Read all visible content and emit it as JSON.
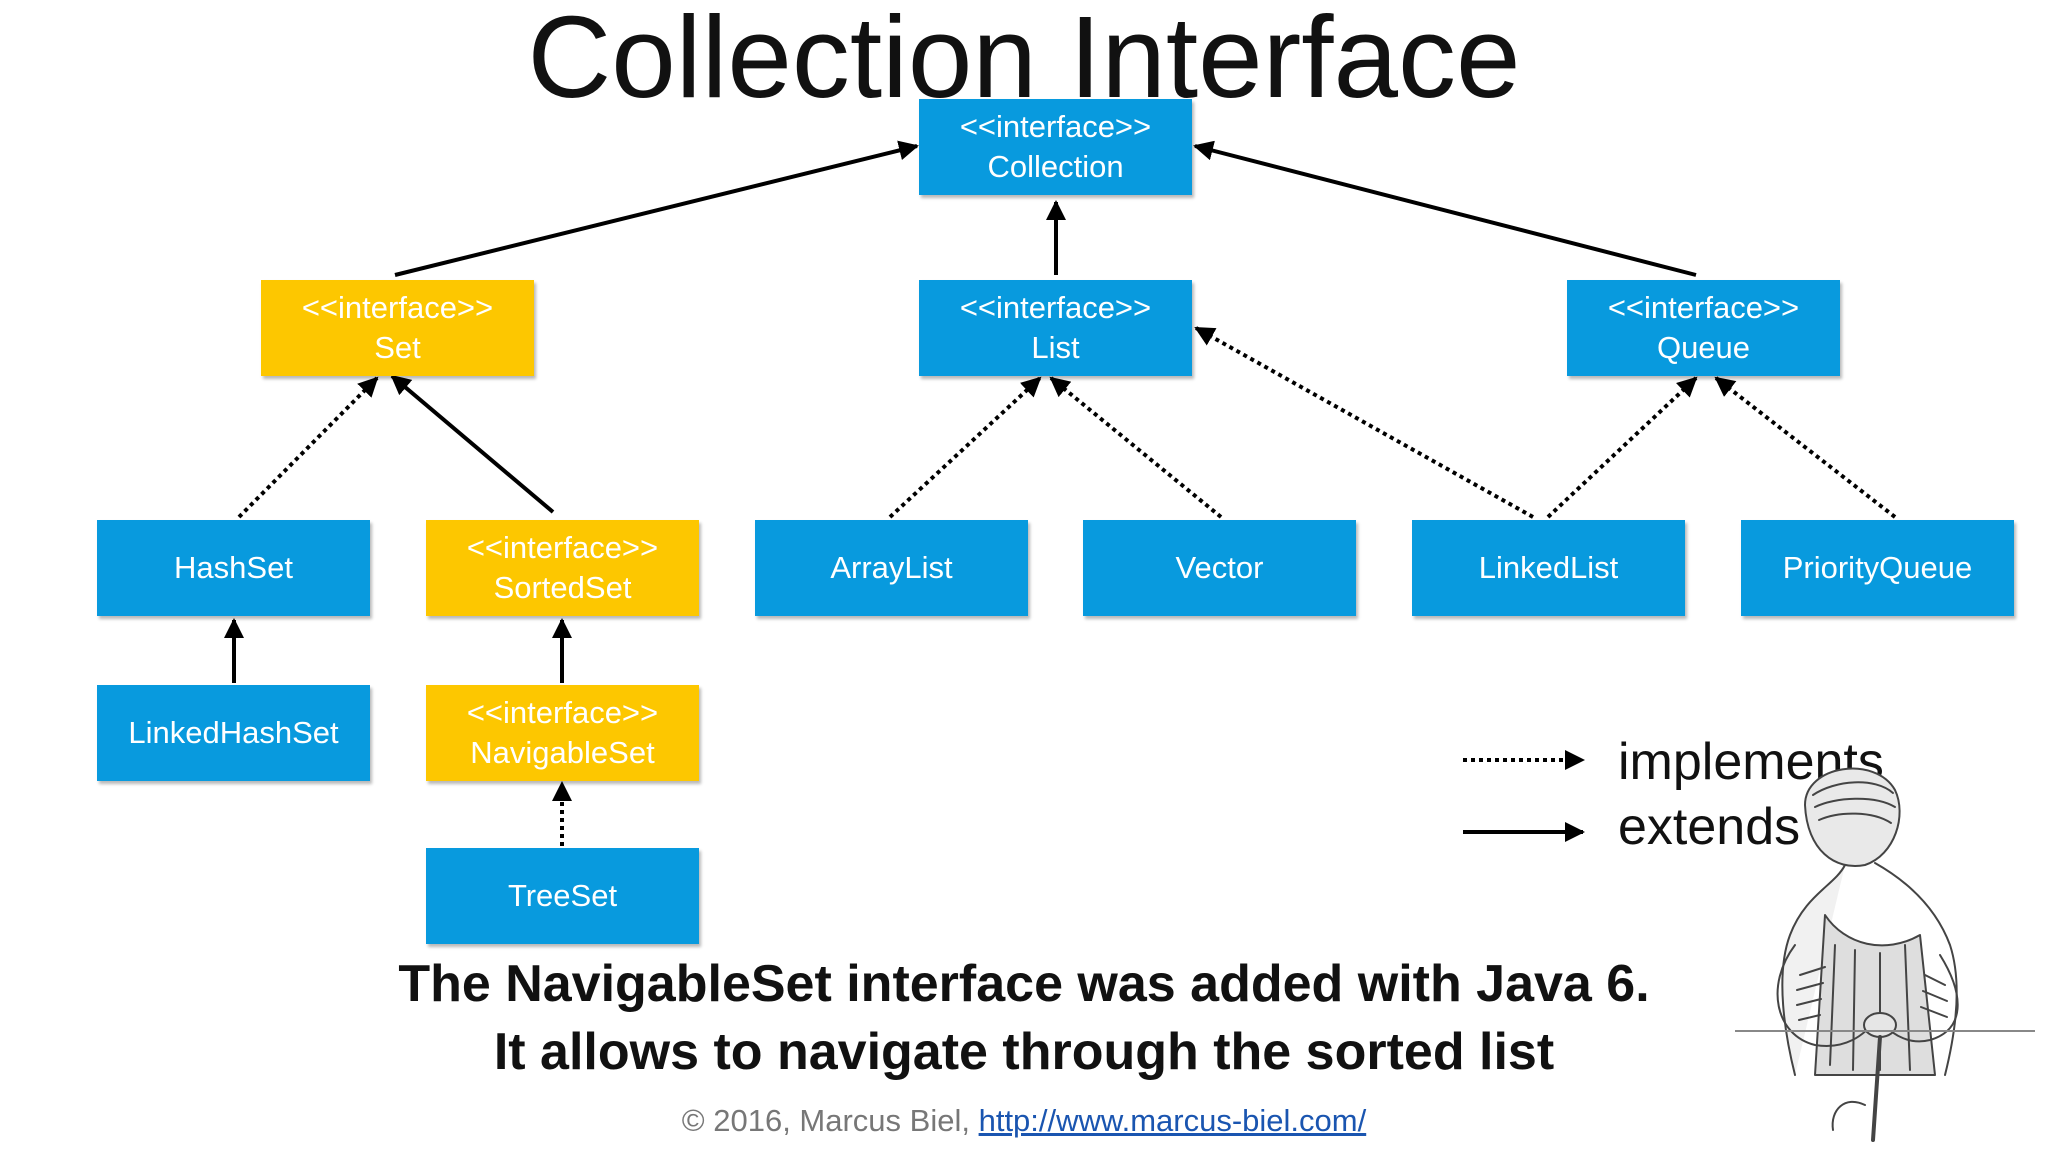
{
  "title": "Collection Interface",
  "nodes": {
    "collection": {
      "stereotype": "<<interface>>",
      "name": "Collection"
    },
    "set": {
      "stereotype": "<<interface>>",
      "name": "Set"
    },
    "list": {
      "stereotype": "<<interface>>",
      "name": "List"
    },
    "queue": {
      "stereotype": "<<interface>>",
      "name": "Queue"
    },
    "hashset": {
      "name": "HashSet"
    },
    "sortedset": {
      "stereotype": "<<interface>>",
      "name": "SortedSet"
    },
    "arraylist": {
      "name": "ArrayList"
    },
    "vector": {
      "name": "Vector"
    },
    "linkedlist": {
      "name": "LinkedList"
    },
    "priorityqueue": {
      "name": "PriorityQueue"
    },
    "linkedhashset": {
      "name": "LinkedHashSet"
    },
    "navigableset": {
      "stereotype": "<<interface>>",
      "name": "NavigableSet"
    },
    "treeset": {
      "name": "TreeSet"
    }
  },
  "legend": {
    "implements": "implements",
    "extends": "extends"
  },
  "caption": {
    "line1": "The NavigableSet interface was added with Java 6.",
    "line2": "It allows to navigate through the sorted list"
  },
  "footer": {
    "copyright": "© 2016, Marcus Biel, ",
    "url": "http://www.marcus-biel.com/"
  },
  "colors": {
    "interface_box": "#fdc700",
    "class_box": "#089ade",
    "line": "#000000"
  }
}
